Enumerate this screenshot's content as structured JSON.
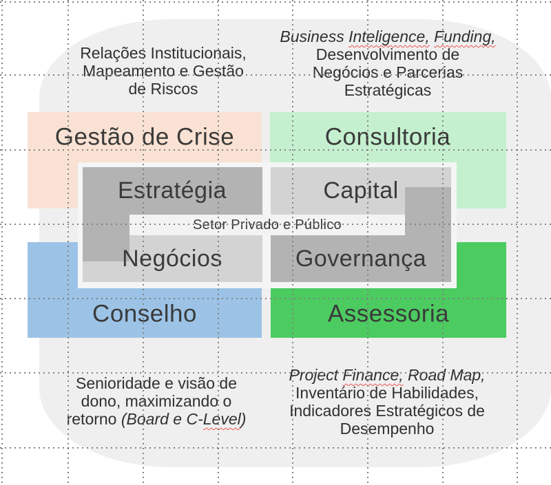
{
  "colors": {
    "page_bg": "#ffffff",
    "blob": "#efefef",
    "panel_bg": "#f5f5f5",
    "band_bg": "#f3f3f3",
    "dark_gray": "#b3b3b3",
    "light_gray": "#d3d3d3",
    "text": "#3a3a3a",
    "squiggle_red": "#ef5350"
  },
  "quadrants": {
    "crisis": {
      "label": "Gestão de Crise",
      "color": "#f9e2d3"
    },
    "consulting": {
      "label": "Consultoria",
      "color": "#c5f0cf"
    },
    "board": {
      "label": "Conselho",
      "color": "#9cc3e6"
    },
    "advisory": {
      "label": "Assessoria",
      "color": "#4ccb60"
    }
  },
  "center": {
    "strategy_label": "Estratégia",
    "capital_label": "Capital",
    "business_label": "Negócios",
    "governance_label": "Governança",
    "band_label": "Setor Privado e Público"
  },
  "notes": {
    "top_left": {
      "lines": [
        [
          {
            "t": "Relações Institucionais,"
          }
        ],
        [
          {
            "t": "Mapeamento e Gestão"
          }
        ],
        [
          {
            "t": "de Riscos"
          }
        ]
      ]
    },
    "top_right": {
      "lines": [
        [
          {
            "t": "Business ",
            "i": 1
          },
          {
            "t": "Inteligence,",
            "i": 1,
            "sp": 1
          },
          {
            "t": " ",
            "i": 1
          },
          {
            "t": "Funding,",
            "i": 1,
            "sp": 1
          }
        ],
        [
          {
            "t": "Desenvolvimento de"
          }
        ],
        [
          {
            "t": "Negócios e Parcerias"
          }
        ],
        [
          {
            "t": "Estratégicas"
          }
        ]
      ]
    },
    "bottom_left": {
      "lines": [
        [
          {
            "t": "Senioridade e visão de"
          }
        ],
        [
          {
            "t": "dono, maximizando o"
          }
        ],
        [
          {
            "t": "retorno "
          },
          {
            "t": "(Board e C-",
            "i": 1
          },
          {
            "t": "Level",
            "i": 1,
            "sp": 1
          },
          {
            "t": ")",
            "i": 1
          }
        ]
      ]
    },
    "bottom_right": {
      "lines": [
        [
          {
            "t": "Project ",
            "i": 1
          },
          {
            "t": "Finance,",
            "i": 1,
            "sp": 1
          },
          {
            "t": " Road Map,",
            "i": 1
          }
        ],
        [
          {
            "t": "Inventário de Habilidades,"
          }
        ],
        [
          {
            "t": "Indicadores Estratégicos de"
          }
        ],
        [
          {
            "t": "Desempenho"
          }
        ]
      ]
    }
  }
}
